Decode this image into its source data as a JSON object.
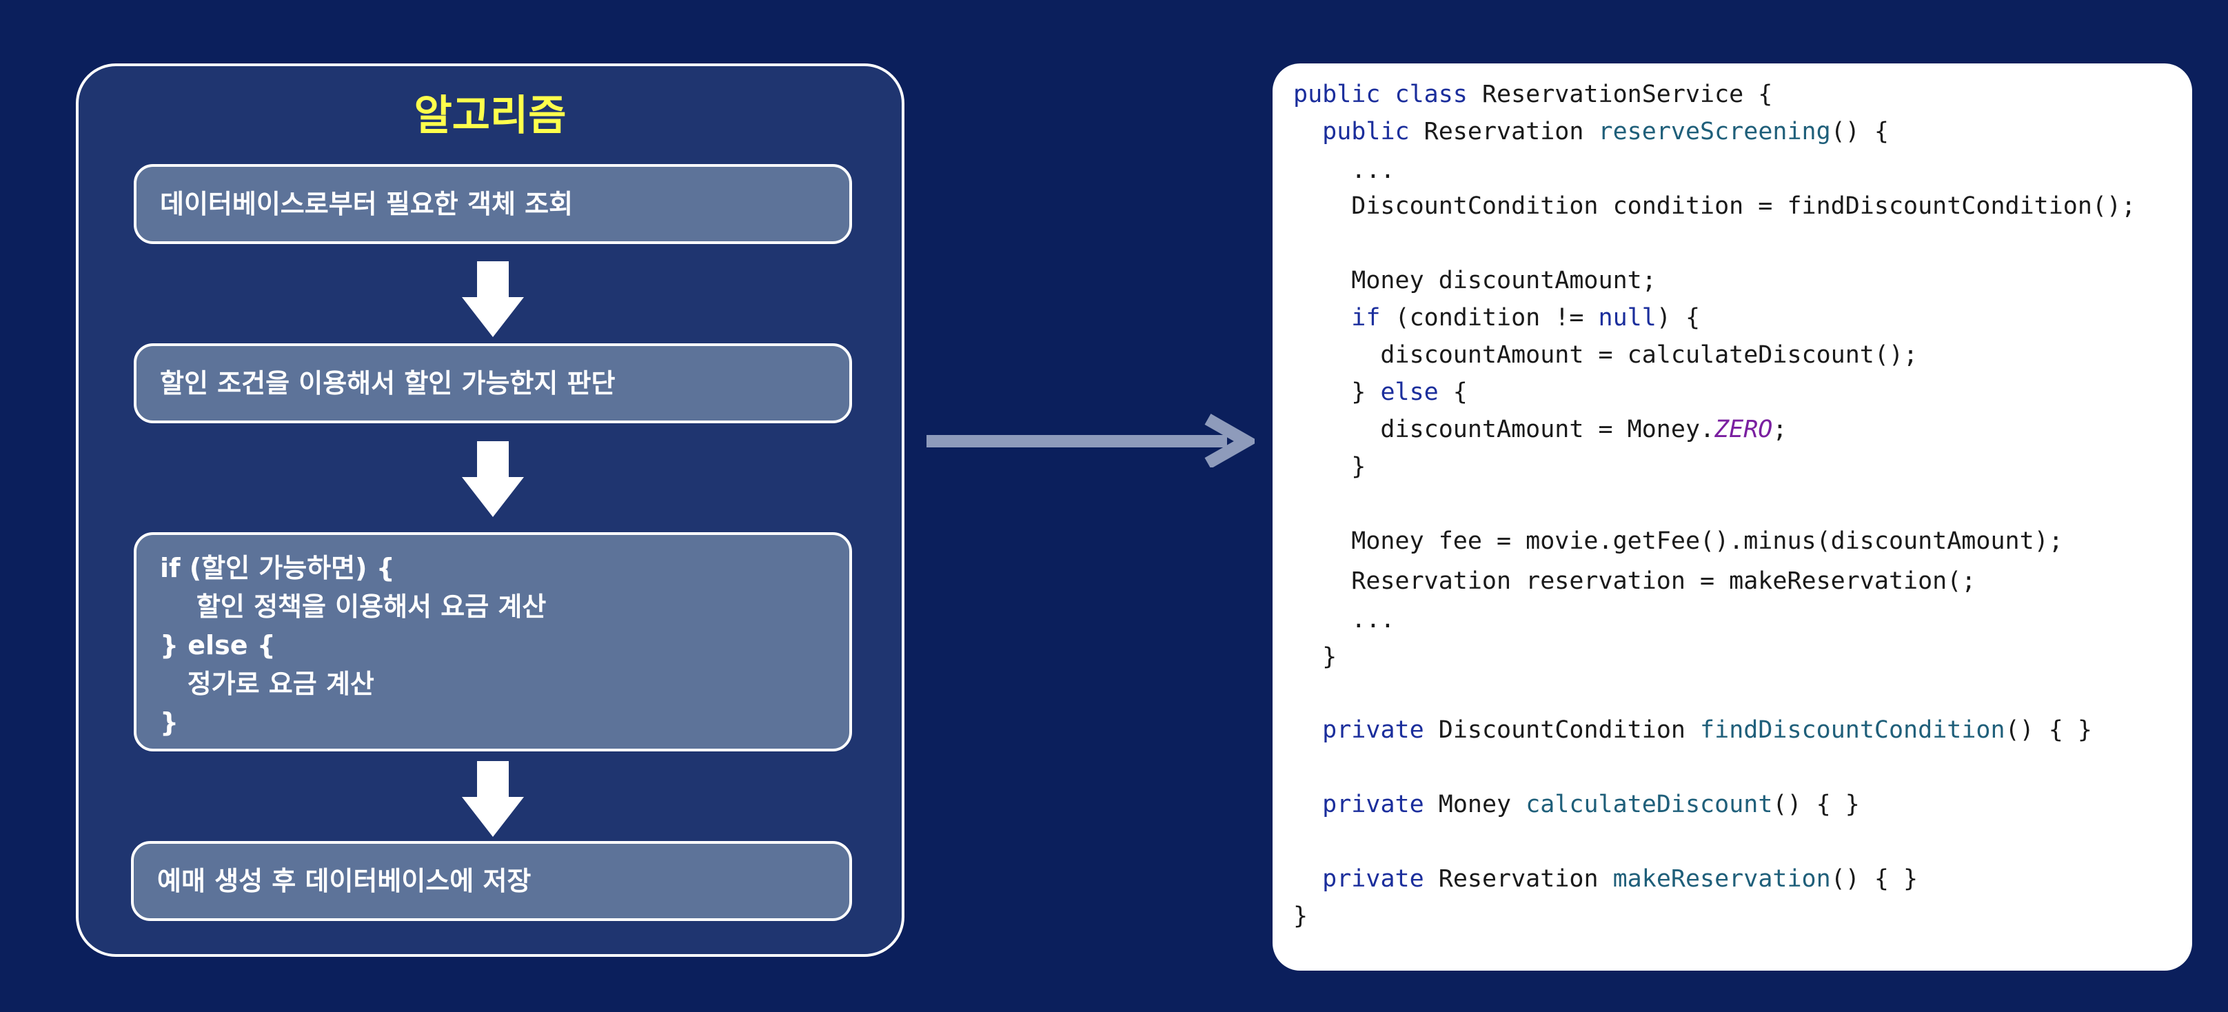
{
  "algorithm": {
    "title": "알고리즘",
    "steps": [
      {
        "lines": [
          "데이터베이스로부터 필요한 객체 조회"
        ]
      },
      {
        "lines": [
          "할인 조건을 이용해서 할인 가능한지 판단"
        ]
      },
      {
        "lines": [
          "if (할인 가능하면) {",
          "    할인 정책을 이용해서 요금 계산",
          "} else {",
          "   정가로 요금 계산",
          "}"
        ]
      },
      {
        "lines": [
          "예매 생성 후 데이터베이스에 저장"
        ]
      }
    ]
  },
  "code": {
    "lines": [
      [
        {
          "t": "public",
          "c": "kw"
        },
        {
          "t": " "
        },
        {
          "t": "class",
          "c": "kw"
        },
        {
          "t": " ReservationService {"
        }
      ],
      [
        {
          "t": "  "
        },
        {
          "t": "public",
          "c": "kw"
        },
        {
          "t": " Reservation "
        },
        {
          "t": "reserveScreening",
          "c": "fn"
        },
        {
          "t": "() {"
        }
      ],
      [
        {
          "t": "    ..."
        }
      ],
      [
        {
          "t": "    DiscountCondition condition = findDiscountCondition();"
        }
      ],
      [
        {
          "t": ""
        }
      ],
      [
        {
          "t": "    Money discountAmount;"
        }
      ],
      [
        {
          "t": "    "
        },
        {
          "t": "if",
          "c": "kw"
        },
        {
          "t": " (condition != "
        },
        {
          "t": "null",
          "c": "kw"
        },
        {
          "t": ") {"
        }
      ],
      [
        {
          "t": "      discountAmount = calculateDiscount();"
        }
      ],
      [
        {
          "t": "    } "
        },
        {
          "t": "else",
          "c": "kw"
        },
        {
          "t": " {"
        }
      ],
      [
        {
          "t": "      discountAmount = Money."
        },
        {
          "t": "ZERO",
          "c": "const"
        },
        {
          "t": ";"
        }
      ],
      [
        {
          "t": "    }"
        }
      ],
      [
        {
          "t": ""
        }
      ],
      [
        {
          "t": "    Money fee = movie.getFee().minus(discountAmount);"
        }
      ],
      [
        {
          "t": "    Reservation reservation = makeReservation(;"
        }
      ],
      [
        {
          "t": "    ..."
        }
      ],
      [
        {
          "t": "  }"
        }
      ],
      [
        {
          "t": ""
        }
      ],
      [
        {
          "t": "  "
        },
        {
          "t": "private",
          "c": "kw"
        },
        {
          "t": " DiscountCondition "
        },
        {
          "t": "findDiscountCondition",
          "c": "fn"
        },
        {
          "t": "() { }"
        }
      ],
      [
        {
          "t": ""
        }
      ],
      [
        {
          "t": "  "
        },
        {
          "t": "private",
          "c": "kw"
        },
        {
          "t": " Money "
        },
        {
          "t": "calculateDiscount",
          "c": "fn"
        },
        {
          "t": "() { }"
        }
      ],
      [
        {
          "t": ""
        }
      ],
      [
        {
          "t": "  "
        },
        {
          "t": "private",
          "c": "kw"
        },
        {
          "t": " Reservation "
        },
        {
          "t": "makeReservation",
          "c": "fn"
        },
        {
          "t": "() { }"
        }
      ],
      [
        {
          "t": "}"
        }
      ]
    ]
  },
  "colors": {
    "background": "#0b1f5c",
    "panel": "#1f3570",
    "step_box": "#5d7399",
    "title": "#ffff4c",
    "arrow": "#8e9bbb",
    "keyword": "#1b2e9c",
    "method": "#1f5f7a",
    "constant": "#7a1fa0"
  }
}
